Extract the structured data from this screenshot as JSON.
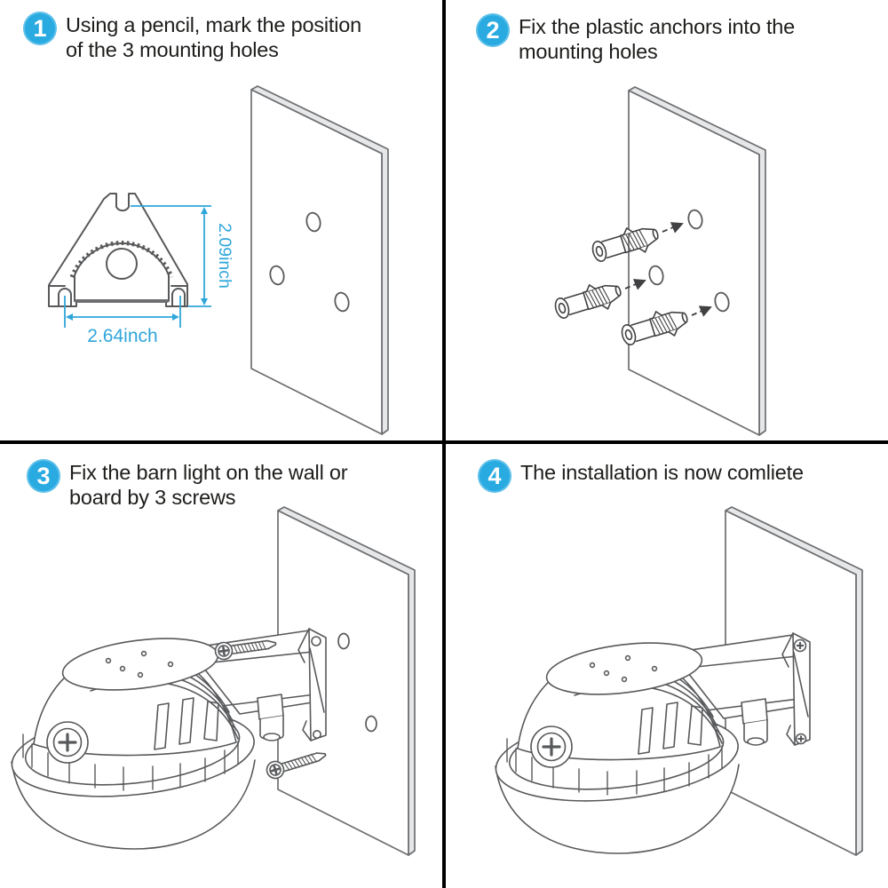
{
  "colors": {
    "accent": "#29ABE2",
    "dimension": "#2FA6DA",
    "line": "#58595B",
    "divider": "#000000"
  },
  "steps": [
    {
      "number": "1",
      "text": "Using a pencil, mark the position\nof the 3 mounting holes"
    },
    {
      "number": "2",
      "text": "Fix the plastic anchors into the\nmounting holes"
    },
    {
      "number": "3",
      "text": "Fix the barn light on the wall or\nboard by 3 screws"
    },
    {
      "number": "4",
      "text": "The installation is now comliete"
    }
  ],
  "bracket_dimensions": {
    "height": "2.09inch",
    "width": "2.64inch"
  }
}
